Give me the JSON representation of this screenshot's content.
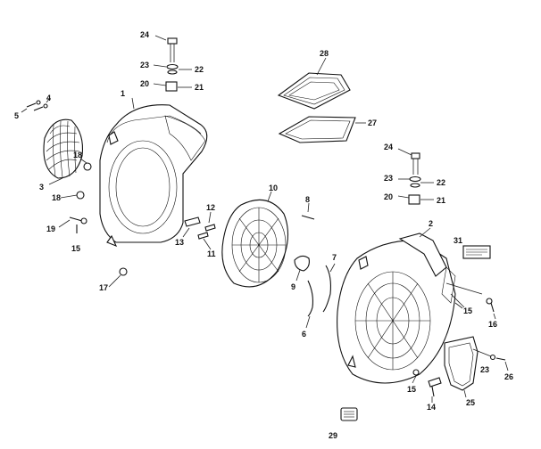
{
  "callouts": {
    "c1": "1",
    "c2": "2",
    "c3": "3",
    "c4": "4",
    "c5": "5",
    "c6": "6",
    "c7": "7",
    "c8": "8",
    "c9": "9",
    "c10": "10",
    "c11": "11",
    "c12": "12",
    "c13": "13",
    "c14": "14",
    "c15a": "15",
    "c15b": "15",
    "c15c": "15",
    "c16": "16",
    "c17": "17",
    "c18a": "18",
    "c18b": "18",
    "c19": "19",
    "c20a": "20",
    "c20b": "20",
    "c21a": "21",
    "c21b": "21",
    "c22a": "22",
    "c22b": "22",
    "c23a": "23",
    "c23b": "23",
    "c23c": "23",
    "c24a": "24",
    "c24b": "24",
    "c25": "25",
    "c26": "26",
    "c27": "27",
    "c28": "28",
    "c29": "29",
    "c31": "31"
  }
}
